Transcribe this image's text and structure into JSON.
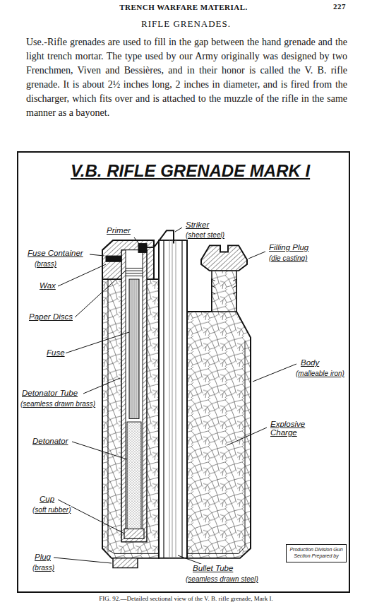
{
  "diagram": {
    "title": "RIFLE GRENADES.",
    "caption": "FIG. 92.—Detailed sectional view of the V. B. rifle grenade, Mark I.",
    "nodes": [
      {
        "text": [
          "Production Division Gun Section Prepared by"
        ]
      }
    ],
    "labels": [
      "TRENCH WARFARE MATERIAL.",
      "227",
      "Use.-Rifle grenades are used to fill in the gap between the hand grenade and the light trench mortar. The type used by our Army originally was designed by two Frenchmen, Viven and Bessières, and in their honor is called the V. B. rifle grenade. It is about 2½ inches long, 2 inches in diameter, and is fired from the discharger, which fits over and is attached to the muzzle of the rifle in the same manner as a bayonet.",
      "V.B. RIFLE GRENADE MARK I",
      "Primer",
      "Striker",
      "(sheet steel)",
      "Fuse Container",
      "(brass)",
      "Filling Plug",
      "(die casting)",
      "Wax",
      "Paper Discs",
      "Fuse",
      "Detonator Tube",
      "(seamless drawn brass)",
      "Detonator",
      "Body",
      "(malleable iron)",
      "Explosive Charge",
      "Cup",
      "(soft rubber)",
      "Plug",
      "(brass)",
      "Bullet Tube",
      "(seamless drawn steel)"
    ]
  }
}
